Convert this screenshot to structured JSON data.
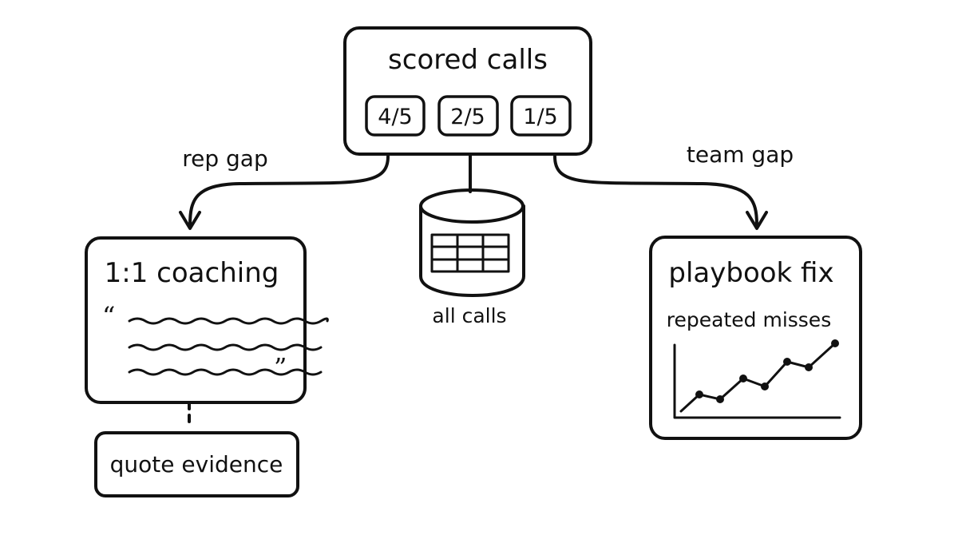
{
  "diagram": {
    "top_box": {
      "title": "scored calls",
      "scores": [
        "4/5",
        "2/5",
        "1/5"
      ]
    },
    "left_branch": {
      "edge_label": "rep gap",
      "box_title": "1:1 coaching",
      "quote_open": "“",
      "quote_close": "”",
      "note": "quote evidence"
    },
    "center": {
      "label": "all calls"
    },
    "right_branch": {
      "edge_label": "team gap",
      "box_title": "playbook fix",
      "chart_title": "repeated misses"
    },
    "colors": {
      "ink": "#111111",
      "background": "#ffffff"
    }
  }
}
